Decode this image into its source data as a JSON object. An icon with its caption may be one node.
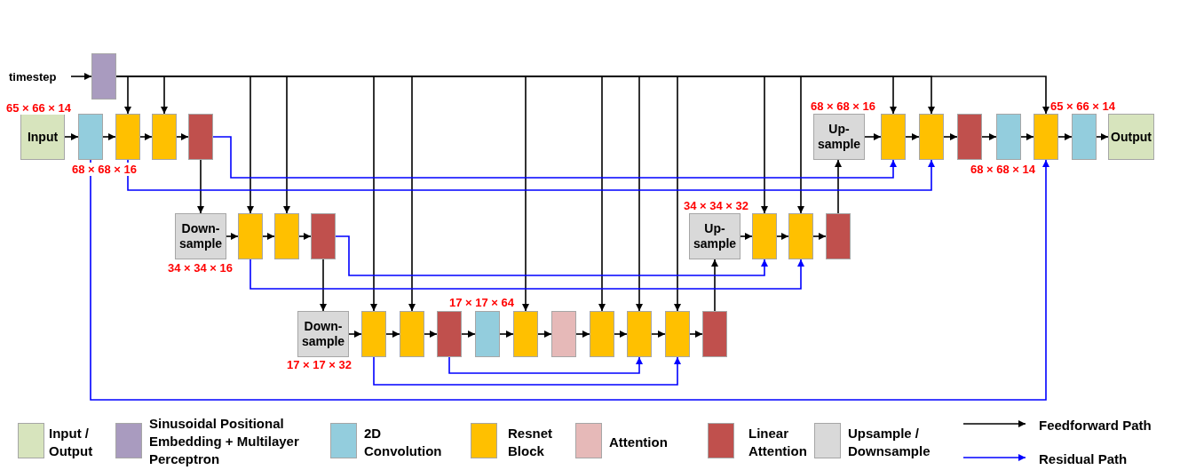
{
  "diagram": {
    "nodes": [
      {
        "text": [
          "timestep"
        ]
      },
      {
        "text": [],
        "shape": "box"
      },
      {
        "text": [
          "Input"
        ]
      },
      {
        "text": [],
        "shape": "box"
      },
      {
        "text": [],
        "shape": "box"
      },
      {
        "text": [],
        "shape": "box"
      },
      {
        "text": [],
        "shape": "box"
      },
      {
        "text": [
          "Down- sample"
        ]
      },
      {
        "text": [],
        "shape": "box"
      },
      {
        "text": [],
        "shape": "box"
      },
      {
        "text": [],
        "shape": "box"
      },
      {
        "text": [
          "Down- sample"
        ]
      },
      {
        "text": [],
        "shape": "box"
      },
      {
        "text": [],
        "shape": "box"
      },
      {
        "text": [],
        "shape": "box"
      },
      {
        "text": [],
        "shape": "box"
      },
      {
        "text": [],
        "shape": "box"
      },
      {
        "text": [],
        "shape": "box"
      },
      {
        "text": [],
        "shape": "box"
      },
      {
        "text": [],
        "shape": "box"
      },
      {
        "text": [],
        "shape": "box"
      },
      {
        "text": [],
        "shape": "box"
      },
      {
        "text": [
          "Up- sample"
        ]
      },
      {
        "text": [],
        "shape": "box"
      },
      {
        "text": [],
        "shape": "box"
      },
      {
        "text": [],
        "shape": "box"
      },
      {
        "text": [
          "Up- sample"
        ]
      },
      {
        "text": [],
        "shape": "box"
      },
      {
        "text": [],
        "shape": "box"
      },
      {
        "text": [],
        "shape": "box"
      },
      {
        "text": [],
        "shape": "box"
      },
      {
        "text": [],
        "shape": "box"
      },
      {
        "text": [],
        "shape": "box"
      },
      {
        "text": [
          "Output"
        ]
      }
    ],
    "edges": [
      {
        "from": 0,
        "to": 1,
        "arrow": "to"
      },
      {
        "from": 2,
        "to": 3,
        "arrow": "to"
      },
      {
        "from": 3,
        "to": 4,
        "arrow": "to"
      },
      {
        "from": 4,
        "to": 5,
        "arrow": "to"
      },
      {
        "from": 5,
        "to": 6,
        "arrow": "to"
      },
      {
        "from": 6,
        "to": 7,
        "arrow": "to"
      },
      {
        "from": 7,
        "to": 8,
        "arrow": "to"
      },
      {
        "from": 8,
        "to": 9,
        "arrow": "to"
      },
      {
        "from": 9,
        "to": 10,
        "arrow": "to"
      },
      {
        "from": 10,
        "to": 11,
        "arrow": "to"
      },
      {
        "from": 11,
        "to": 12,
        "arrow": "to"
      },
      {
        "from": 12,
        "to": 13,
        "arrow": "to"
      },
      {
        "from": 13,
        "to": 14,
        "arrow": "to"
      },
      {
        "from": 14,
        "to": 15,
        "arrow": "to"
      },
      {
        "from": 15,
        "to": 16,
        "arrow": "to"
      },
      {
        "from": 16,
        "to": 17,
        "arrow": "to"
      },
      {
        "from": 17,
        "to": 18,
        "arrow": "to"
      },
      {
        "from": 18,
        "to": 19,
        "arrow": "to"
      },
      {
        "from": 19,
        "to": 20,
        "arrow": "to"
      },
      {
        "from": 20,
        "to": 21,
        "arrow": "to"
      },
      {
        "from": 21,
        "to": 22,
        "arrow": "to"
      },
      {
        "from": 22,
        "to": 23,
        "arrow": "to"
      },
      {
        "from": 23,
        "to": 24,
        "arrow": "to"
      },
      {
        "from": 24,
        "to": 25,
        "arrow": "to"
      },
      {
        "from": 25,
        "to": 26,
        "arrow": "to"
      },
      {
        "from": 26,
        "to": 27,
        "arrow": "to"
      },
      {
        "from": 27,
        "to": 28,
        "arrow": "to"
      },
      {
        "from": 28,
        "to": 29,
        "arrow": "to"
      },
      {
        "from": 29,
        "to": 30,
        "arrow": "to"
      },
      {
        "from": 30,
        "to": 31,
        "arrow": "to"
      },
      {
        "from": 31,
        "to": 32,
        "arrow": "to"
      },
      {
        "from": 32,
        "to": 33,
        "arrow": "to"
      },
      {
        "from": 1,
        "to": 4,
        "arrow": "to"
      },
      {
        "from": 1,
        "to": 5,
        "arrow": "to"
      },
      {
        "from": 1,
        "to": 8,
        "arrow": "to"
      },
      {
        "from": 1,
        "to": 9,
        "arrow": "to"
      },
      {
        "from": 1,
        "to": 12,
        "arrow": "to"
      },
      {
        "from": 1,
        "to": 13,
        "arrow": "to"
      },
      {
        "from": 1,
        "to": 16,
        "arrow": "to"
      },
      {
        "from": 1,
        "to": 18,
        "arrow": "to"
      },
      {
        "from": 1,
        "to": 19,
        "arrow": "to"
      },
      {
        "from": 1,
        "to": 20,
        "arrow": "to"
      },
      {
        "from": 1,
        "to": 23,
        "arrow": "to"
      },
      {
        "from": 1,
        "to": 24,
        "arrow": "to"
      },
      {
        "from": 1,
        "to": 27,
        "arrow": "to"
      },
      {
        "from": 1,
        "to": 28,
        "arrow": "to"
      },
      {
        "from": 1,
        "to": 31,
        "arrow": "to"
      },
      {
        "from": 3,
        "to": 31,
        "arrow": "to",
        "color": "#0000ff"
      },
      {
        "from": 4,
        "to": 28,
        "arrow": "to",
        "color": "#0000ff"
      },
      {
        "from": 6,
        "to": 27,
        "arrow": "to",
        "color": "#0000ff"
      },
      {
        "from": 8,
        "to": 24,
        "arrow": "to",
        "color": "#0000ff"
      },
      {
        "from": 10,
        "to": 23,
        "arrow": "to",
        "color": "#0000ff"
      },
      {
        "from": 12,
        "to": 20,
        "arrow": "to",
        "color": "#0000ff"
      },
      {
        "from": 14,
        "to": 19,
        "arrow": "to",
        "color": "#0000ff"
      }
    ],
    "labels": [
      "65 × 66 × 14",
      "68 × 68 × 16",
      "34 × 34 × 16",
      "17 × 17 × 32",
      "17 × 17 × 64",
      "34 × 34 × 32",
      "68 × 68 × 16",
      "65 × 66 × 14",
      "68 × 68 × 14"
    ],
    "legend": [
      {
        "text": "Input / Output",
        "color": "#d7e4bd"
      },
      {
        "text": "Sinusoidal Positional Embedding + Multilayer Perceptron",
        "color": "#a99bbf"
      },
      {
        "text": "2D Convolution",
        "color": "#93cddd"
      },
      {
        "text": "Resnet Block",
        "color": "#ffc000"
      },
      {
        "text": "Attention",
        "color": "#e6b9b8"
      },
      {
        "text": "Linear Attention",
        "color": "#c0504d"
      },
      {
        "text": "Upsample / Downsample",
        "color": "#d9d9d9"
      },
      {
        "text": "Feedforward Path"
      },
      {
        "text": "Residual Path"
      }
    ]
  }
}
